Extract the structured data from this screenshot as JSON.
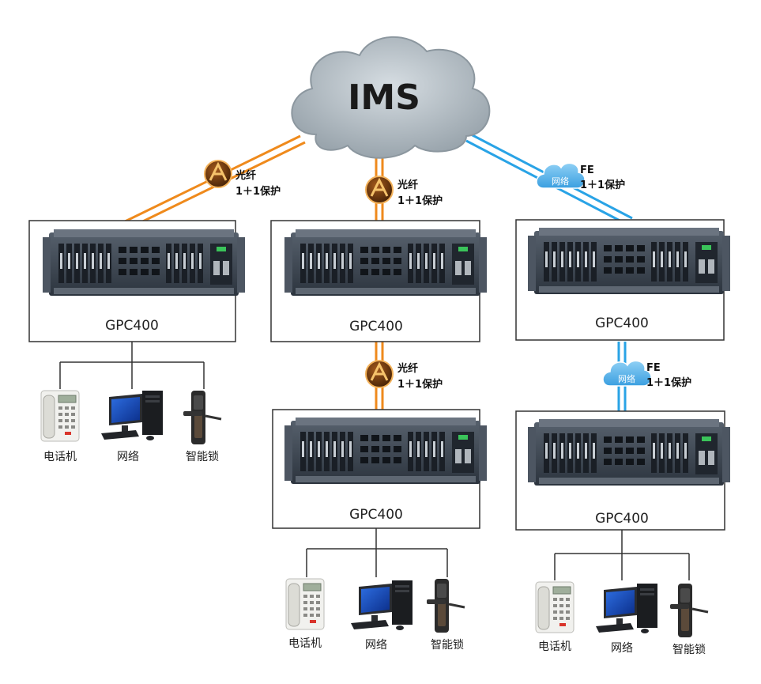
{
  "cloud": {
    "label": "IMS"
  },
  "link_badges": {
    "fiber_1": {
      "line1": "光纤",
      "line2": "1＋1保护"
    },
    "fiber_2": {
      "line1": "光纤",
      "line2": "1＋1保护"
    },
    "fiber_3": {
      "line1": "光纤",
      "line2": "1＋1保护"
    },
    "net_1": {
      "icon_text": "网络",
      "line1": "FE",
      "line2": "1＋1保护"
    },
    "net_2": {
      "icon_text": "网络",
      "line1": "FE",
      "line2": "1＋1保护"
    }
  },
  "devices": {
    "gpc_left": "GPC400",
    "gpc_center": "GPC400",
    "gpc_right": "GPC400",
    "gpc_center_lower": "GPC400",
    "gpc_right_lower": "GPC400"
  },
  "endpoints": {
    "group_left": {
      "phone": "电话机",
      "computer": "网络",
      "lock": "智能锁"
    },
    "group_center": {
      "phone": "电话机",
      "computer": "网络",
      "lock": "智能锁"
    },
    "group_right": {
      "phone": "电话机",
      "computer": "网络",
      "lock": "智能锁"
    }
  },
  "colors": {
    "fiber": "#ef8a1c",
    "network": "#29a3e6",
    "cloud": "#b8c1c7",
    "chassis": "#3a4451",
    "badge_fiber": "#6b3a10",
    "net_icon": "#5ab4ea"
  },
  "icons": [
    "cloud-icon",
    "fiber-icon",
    "network-cloud-icon",
    "phone-icon",
    "computer-icon",
    "smart-lock-icon",
    "chassis-icon"
  ]
}
